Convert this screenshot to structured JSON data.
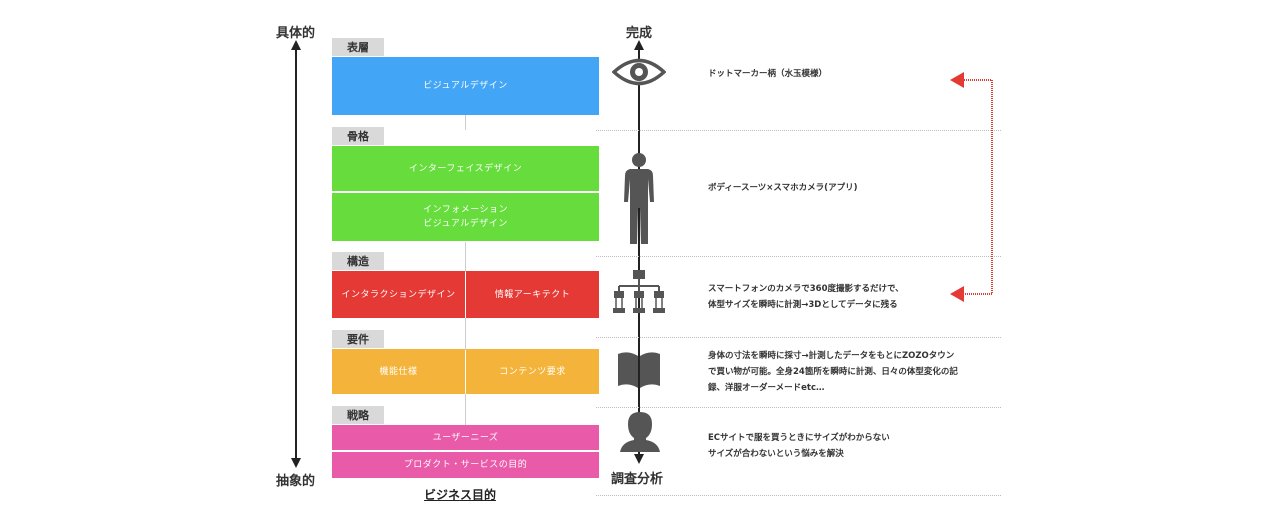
{
  "left_axis": {
    "top_label": "具体的",
    "bottom_label": "抽象的"
  },
  "center_axis": {
    "top_label": "完成",
    "bottom_label": "調査分析"
  },
  "bottom_title": "ビジネス目的",
  "layers": [
    {
      "tag": "表層",
      "boxes": [
        "ビジュアルデザイン"
      ]
    },
    {
      "tag": "骨格",
      "boxes": [
        "インターフェイスデザイン",
        "インフォメーション\nビジュアルデザイン"
      ]
    },
    {
      "tag": "構造",
      "boxes": [
        "インタラクションデザイン",
        "情報アーキテクト"
      ]
    },
    {
      "tag": "要件",
      "boxes": [
        "機能仕様",
        "コンテンツ要求"
      ]
    },
    {
      "tag": "戦略",
      "boxes": [
        "ユーザーニーズ",
        "プロダクト・サービスの目的"
      ]
    }
  ],
  "descriptions": [
    "ドットマーカー柄（水玉模様）",
    "ボディースーツ×スマホカメラ(アプリ)",
    "スマートフォンのカメラで360度撮影するだけで、\n体型サイズを瞬時に計測→3Dとしてデータに残る",
    "身体の寸法を瞬時に採寸→計測したデータをもとにZOZOタウン\nで買い物が可能。全身24箇所を瞬時に計測、日々の体型変化の記\n録、洋服オーダーメードetc…",
    "ECサイトで服を買うときにサイズがわからない\nサイズが合わないという悩みを解決"
  ],
  "icons": [
    "eye-icon",
    "human-body-icon",
    "hierarchy-icon",
    "book-icon",
    "head-profile-icon"
  ],
  "colors": {
    "surface": "#42a5f5",
    "skeleton": "#66dd3d",
    "structure": "#e53935",
    "requirements": "#f4b43b",
    "strategy": "#e95aa8",
    "bracket_arrow": "#e53935"
  }
}
